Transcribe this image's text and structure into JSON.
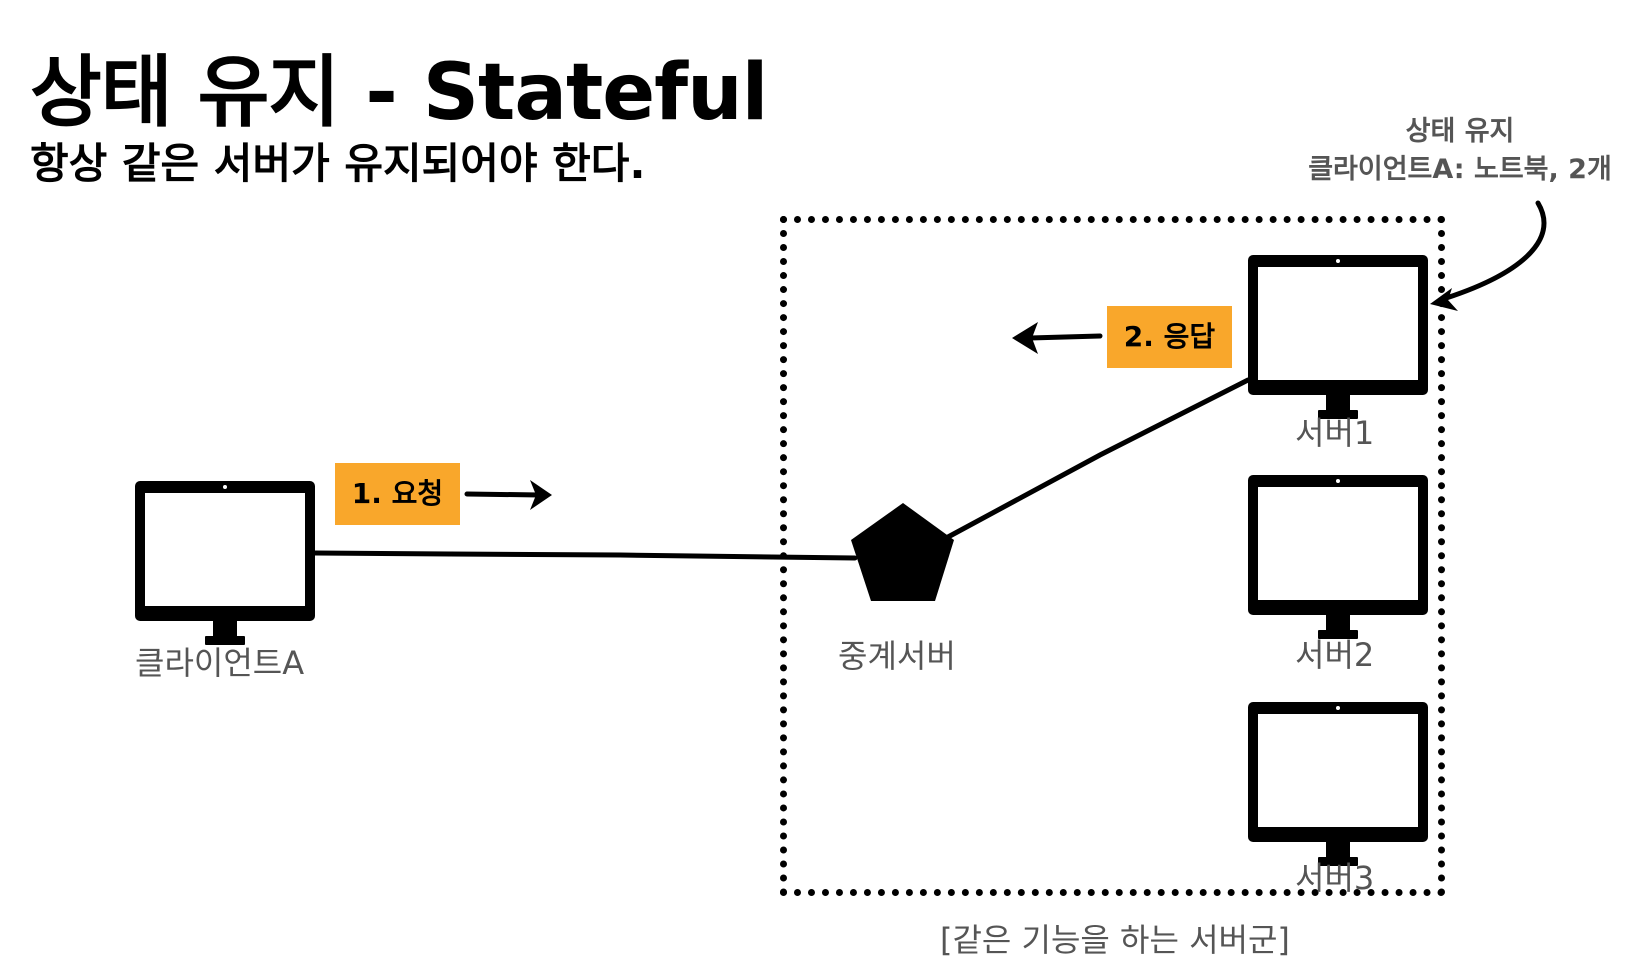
{
  "title": "상태 유지 - Stateful",
  "subtitle": "항상 같은 서버가 유지되어야 한다.",
  "note": {
    "line1": "상태 유지",
    "line2": "클라이언트A: 노트북, 2개"
  },
  "client": {
    "label": "클라이언트A"
  },
  "relay": {
    "label": "중계서버"
  },
  "servers": [
    {
      "label": "서버1"
    },
    {
      "label": "서버2"
    },
    {
      "label": "서버3"
    }
  ],
  "group_label": "[같은 기능을 하는 서버군]",
  "steps": {
    "request": "1. 요청",
    "response": "2. 응답"
  },
  "colors": {
    "tag": "#f9a72b",
    "muted_text": "#555555",
    "ink": "#000000"
  }
}
